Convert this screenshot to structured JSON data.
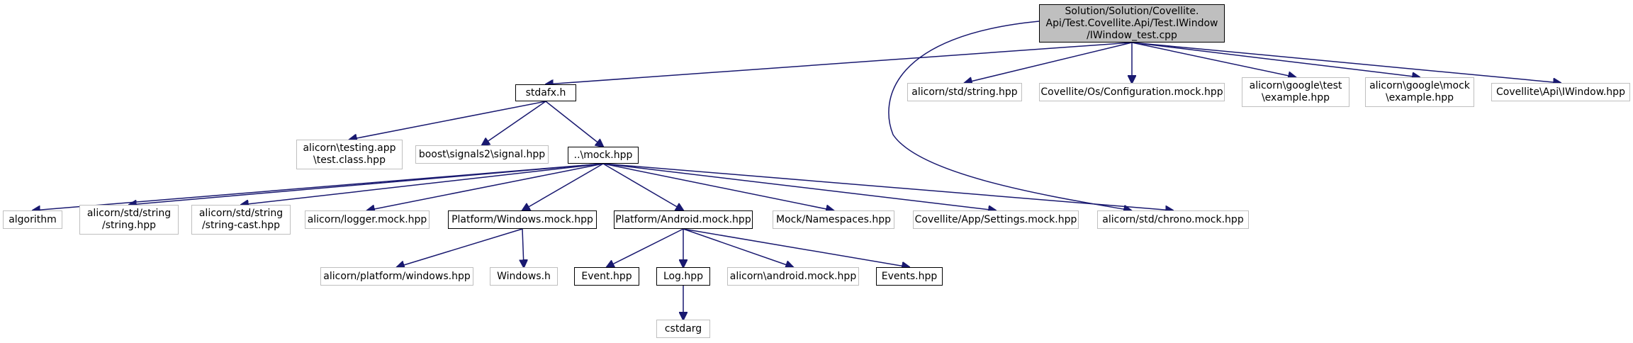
{
  "colors": {
    "edge": "#191970",
    "root_fill": "#bfbfbf",
    "gray_border": "#bfbfbf",
    "black_border": "#000000"
  },
  "nodes": [
    {
      "id": "root",
      "lines": [
        "Solution/Solution/Covellite.",
        "Api/Test.Covellite.Api/Test.IWindow",
        "/IWindow_test.cpp"
      ],
      "style": "root"
    },
    {
      "id": "stdafx",
      "lines": [
        "stdafx.h"
      ],
      "style": "black"
    },
    {
      "id": "std_string",
      "lines": [
        "alicorn/std/string.hpp"
      ],
      "style": "gray"
    },
    {
      "id": "configuration_mock",
      "lines": [
        "Covellite/Os/Configuration.mock.hpp"
      ],
      "style": "gray"
    },
    {
      "id": "google_test",
      "lines": [
        "alicorn\\google\\test",
        "\\example.hpp"
      ],
      "style": "gray"
    },
    {
      "id": "google_mock",
      "lines": [
        "alicorn\\google\\mock",
        "\\example.hpp"
      ],
      "style": "gray"
    },
    {
      "id": "iwindow",
      "lines": [
        "Covellite\\Api\\IWindow.hpp"
      ],
      "style": "gray"
    },
    {
      "id": "testing_app",
      "lines": [
        "alicorn\\testing.app",
        "\\test.class.hpp"
      ],
      "style": "gray"
    },
    {
      "id": "signal",
      "lines": [
        "boost\\signals2\\signal.hpp"
      ],
      "style": "gray"
    },
    {
      "id": "mock",
      "lines": [
        "..\\mock.hpp"
      ],
      "style": "black"
    },
    {
      "id": "algorithm",
      "lines": [
        "algorithm"
      ],
      "style": "gray"
    },
    {
      "id": "string_hpp",
      "lines": [
        "alicorn/std/string",
        "/string.hpp"
      ],
      "style": "gray"
    },
    {
      "id": "string_cast",
      "lines": [
        "alicorn/std/string",
        "/string-cast.hpp"
      ],
      "style": "gray"
    },
    {
      "id": "logger_mock",
      "lines": [
        "alicorn/logger.mock.hpp"
      ],
      "style": "gray"
    },
    {
      "id": "windows_mock",
      "lines": [
        "Platform/Windows.mock.hpp"
      ],
      "style": "black"
    },
    {
      "id": "android_mock",
      "lines": [
        "Platform/Android.mock.hpp"
      ],
      "style": "black"
    },
    {
      "id": "namespaces",
      "lines": [
        "Mock/Namespaces.hpp"
      ],
      "style": "gray"
    },
    {
      "id": "settings_mock",
      "lines": [
        "Covellite/App/Settings.mock.hpp"
      ],
      "style": "gray"
    },
    {
      "id": "chrono_mock",
      "lines": [
        "alicorn/std/chrono.mock.hpp"
      ],
      "style": "gray"
    },
    {
      "id": "platform_windows",
      "lines": [
        "alicorn/platform/windows.hpp"
      ],
      "style": "gray"
    },
    {
      "id": "windows_h",
      "lines": [
        "Windows.h"
      ],
      "style": "gray"
    },
    {
      "id": "event",
      "lines": [
        "Event.hpp"
      ],
      "style": "black"
    },
    {
      "id": "log",
      "lines": [
        "Log.hpp"
      ],
      "style": "black"
    },
    {
      "id": "android_mock2",
      "lines": [
        "alicorn\\android.mock.hpp"
      ],
      "style": "gray"
    },
    {
      "id": "events",
      "lines": [
        "Events.hpp"
      ],
      "style": "black"
    },
    {
      "id": "cstdarg",
      "lines": [
        "cstdarg"
      ],
      "style": "gray"
    }
  ],
  "edges": [
    [
      "root",
      "stdafx"
    ],
    [
      "root",
      "std_string"
    ],
    [
      "root",
      "configuration_mock"
    ],
    [
      "root",
      "google_test"
    ],
    [
      "root",
      "google_mock"
    ],
    [
      "root",
      "iwindow"
    ],
    [
      "root",
      "chrono_mock"
    ],
    [
      "stdafx",
      "testing_app"
    ],
    [
      "stdafx",
      "signal"
    ],
    [
      "stdafx",
      "mock"
    ],
    [
      "mock",
      "algorithm"
    ],
    [
      "mock",
      "string_hpp"
    ],
    [
      "mock",
      "string_cast"
    ],
    [
      "mock",
      "logger_mock"
    ],
    [
      "mock",
      "windows_mock"
    ],
    [
      "mock",
      "android_mock"
    ],
    [
      "mock",
      "namespaces"
    ],
    [
      "mock",
      "settings_mock"
    ],
    [
      "mock",
      "chrono_mock"
    ],
    [
      "windows_mock",
      "platform_windows"
    ],
    [
      "windows_mock",
      "windows_h"
    ],
    [
      "android_mock",
      "event"
    ],
    [
      "android_mock",
      "log"
    ],
    [
      "android_mock",
      "android_mock2"
    ],
    [
      "android_mock",
      "events"
    ],
    [
      "log",
      "cstdarg"
    ]
  ]
}
